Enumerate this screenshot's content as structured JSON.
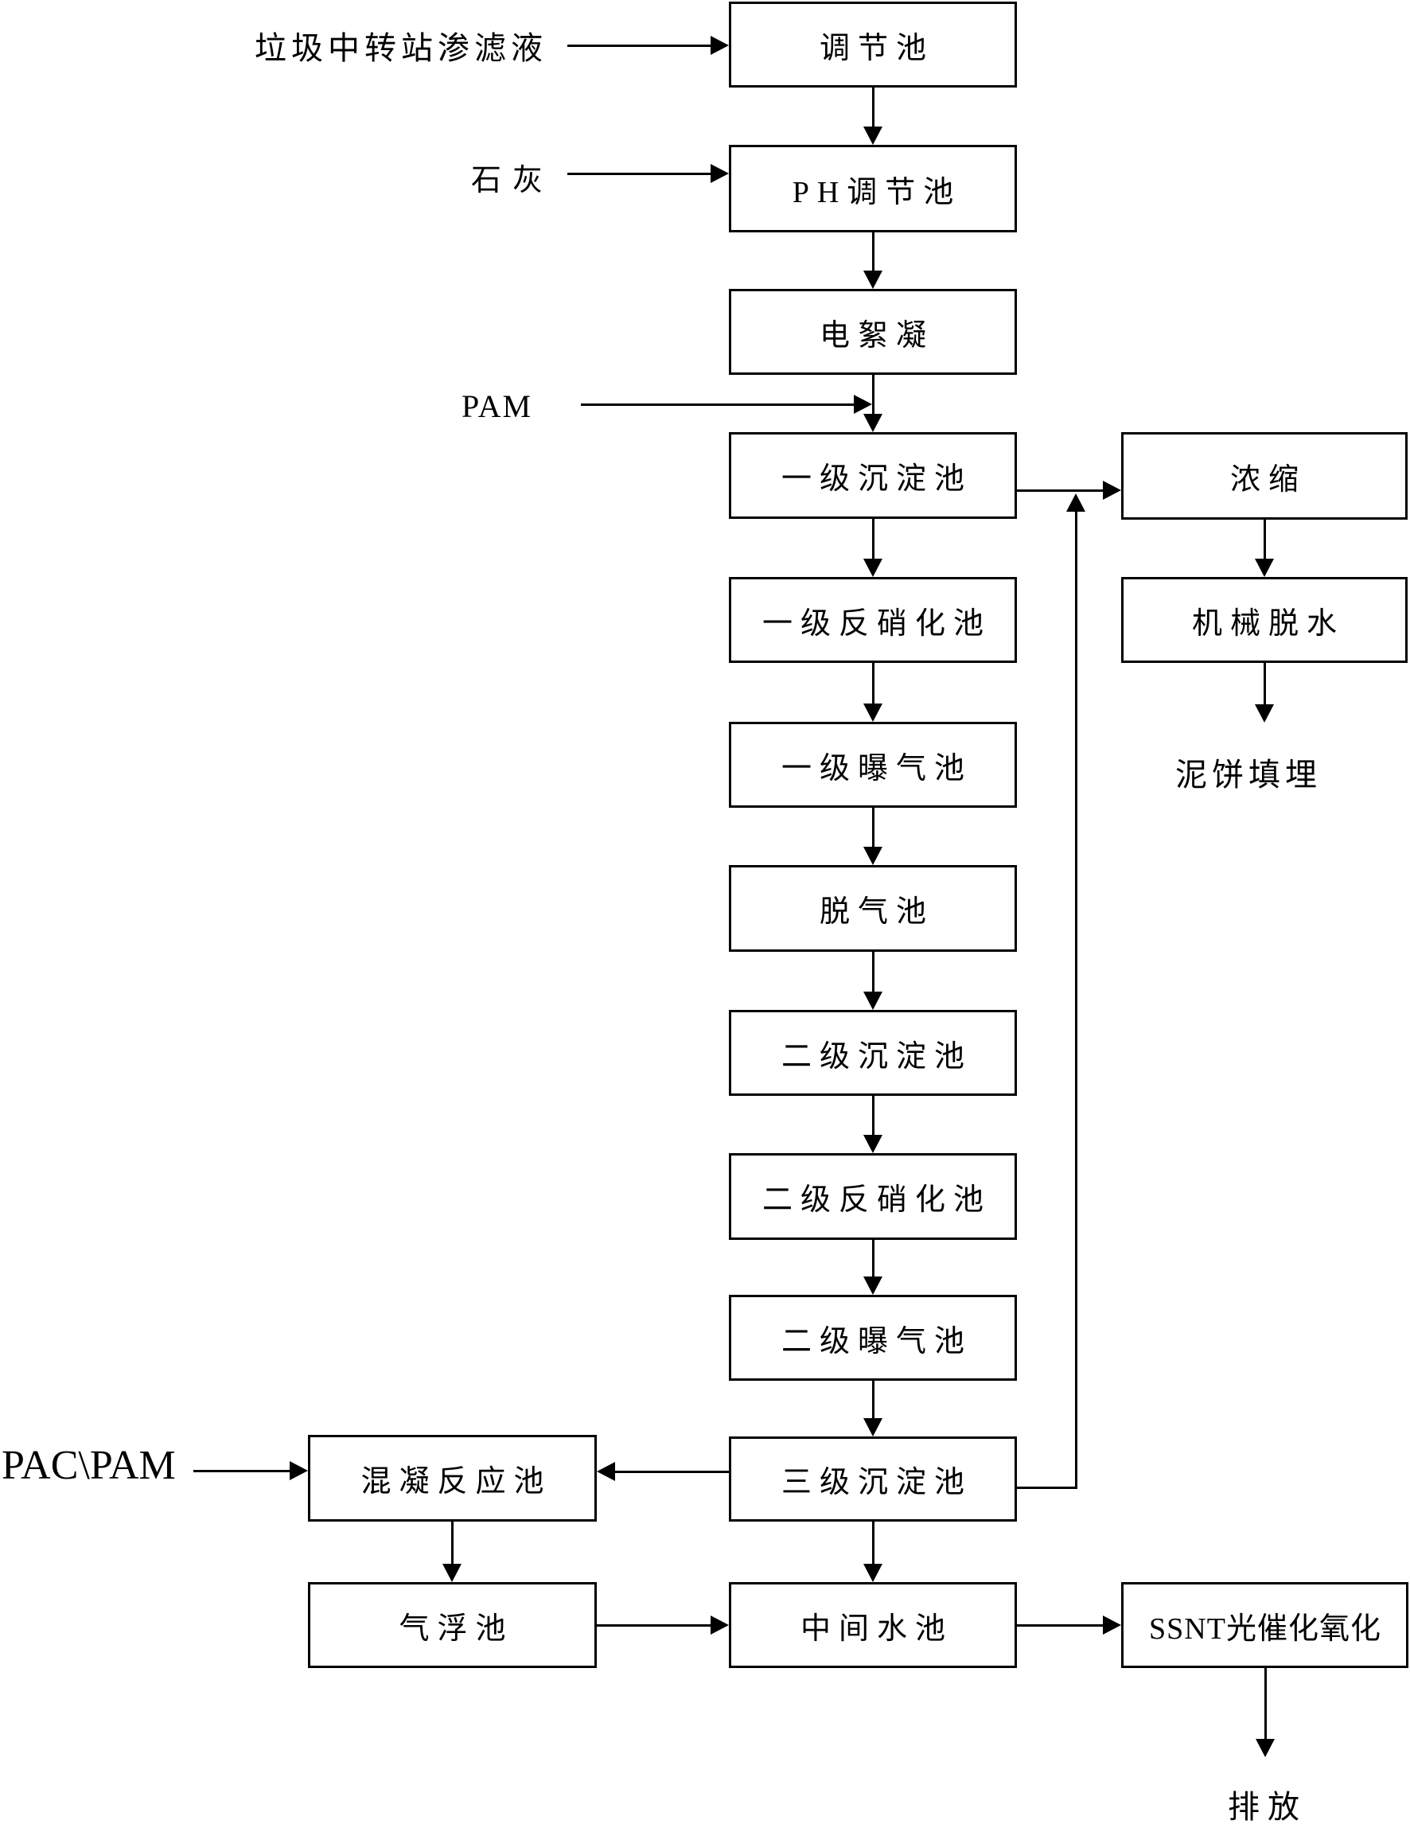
{
  "nodes": {
    "tiaojie": {
      "label": "调节池"
    },
    "ph": {
      "label": "PH调节池"
    },
    "dianxuning": {
      "label": "电絮凝"
    },
    "cd1": {
      "label": "一级沉淀池"
    },
    "fx1": {
      "label": "一级反硝化池"
    },
    "pq1": {
      "label": "一级曝气池"
    },
    "tq": {
      "label": "脱气池"
    },
    "cd2": {
      "label": "二级沉淀池"
    },
    "fx2": {
      "label": "二级反硝化池"
    },
    "pq2": {
      "label": "二级曝气池"
    },
    "cd3": {
      "label": "三级沉淀池"
    },
    "nongsuo": {
      "label": "浓缩"
    },
    "tuoshui": {
      "label": "机械脱水"
    },
    "hunning": {
      "label": "混凝反应池"
    },
    "qifu": {
      "label": "气浮池"
    },
    "zhongjian": {
      "label": "中间水池"
    },
    "ssnt": {
      "label": "SSNT光催化氧化"
    }
  },
  "labels": {
    "influent": "垃圾中转站渗滤液",
    "lime": "石灰",
    "pam": "PAM",
    "pac_pam": "PAC\\PAM",
    "mudcake": "泥饼填埋",
    "discharge": "排放"
  },
  "colors": {
    "line": "#000000",
    "background": "#ffffff"
  }
}
